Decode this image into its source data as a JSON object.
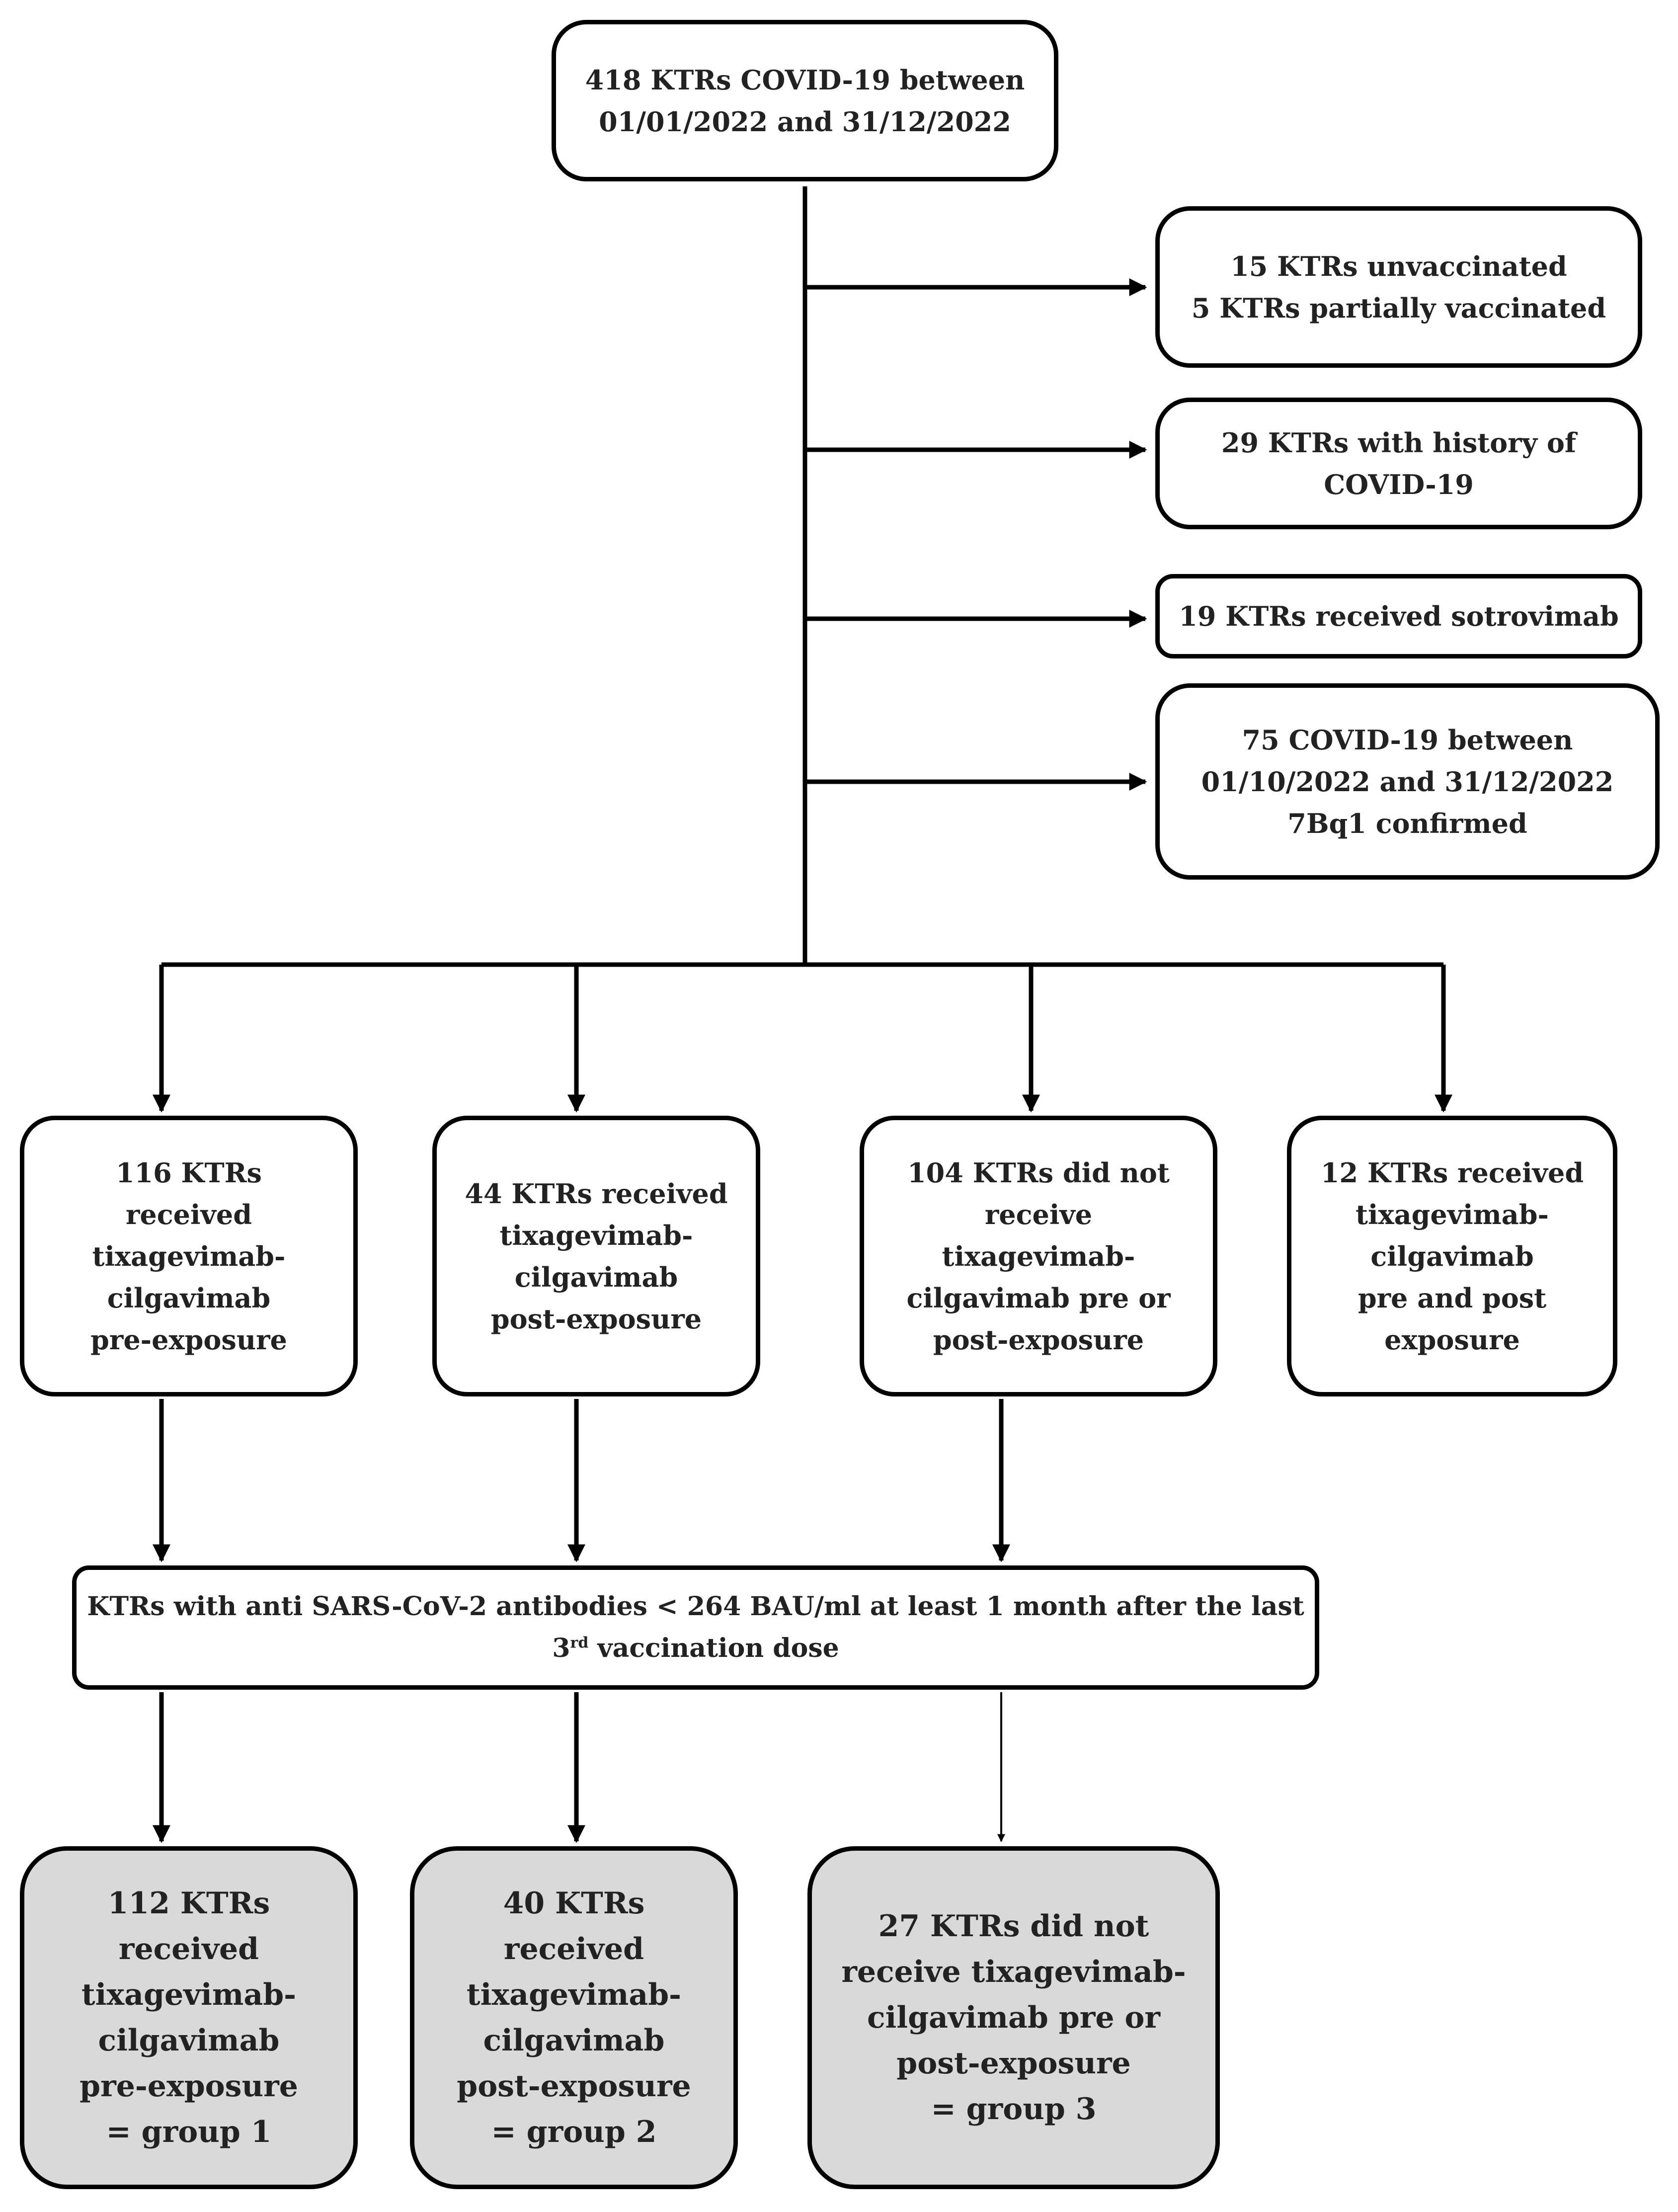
{
  "diagram": {
    "start": {
      "lines": [
        "418 KTRs COVID-19 between",
        "01/01/2022 and 31/12/2022"
      ]
    },
    "exclusions": [
      {
        "lines": [
          "15 KTRs unvaccinated",
          "5 KTRs partially vaccinated"
        ]
      },
      {
        "lines": [
          "29 KTRs with history of",
          "COVID-19"
        ]
      },
      {
        "lines": [
          "19 KTRs received sotrovimab"
        ]
      },
      {
        "lines": [
          "75 COVID-19 between",
          "01/10/2022 and 31/12/2022",
          "7Bq1 confirmed"
        ]
      }
    ],
    "branches": [
      {
        "lines": [
          "116 KTRs",
          "received",
          "tixagevimab-",
          "cilgavimab",
          "pre-exposure"
        ]
      },
      {
        "lines": [
          "44 KTRs received",
          "tixagevimab-",
          "cilgavimab",
          "post-exposure"
        ]
      },
      {
        "lines": [
          "104 KTRs did not",
          "receive",
          "tixagevimab-",
          "cilgavimab pre or",
          "post-exposure"
        ]
      },
      {
        "lines": [
          "12 KTRs received",
          "tixagevimab-",
          "cilgavimab",
          "pre and post",
          "exposure"
        ]
      }
    ],
    "criterion": {
      "line1": "KTRs with anti SARS-CoV-2 antibodies < 264 BAU/ml at least 1 month after the last",
      "line2_prefix": "3",
      "line2_sup": "rd",
      "line2_suffix": " vaccination dose"
    },
    "groups": [
      {
        "lines": [
          "112 KTRs",
          "received",
          "tixagevimab-",
          "cilgavimab",
          "pre-exposure",
          "= group 1"
        ]
      },
      {
        "lines": [
          "40 KTRs",
          "received",
          "tixagevimab-",
          "cilgavimab",
          "post-exposure",
          "= group 2"
        ]
      },
      {
        "lines": [
          "27 KTRs did not",
          "receive tixagevimab-",
          "cilgavimab pre or",
          "post-exposure",
          "= group 3"
        ]
      }
    ],
    "colors": {
      "line": "#000000",
      "box_border": "#000000",
      "final_fill": "#d9d9d9",
      "text": "#222222"
    }
  }
}
